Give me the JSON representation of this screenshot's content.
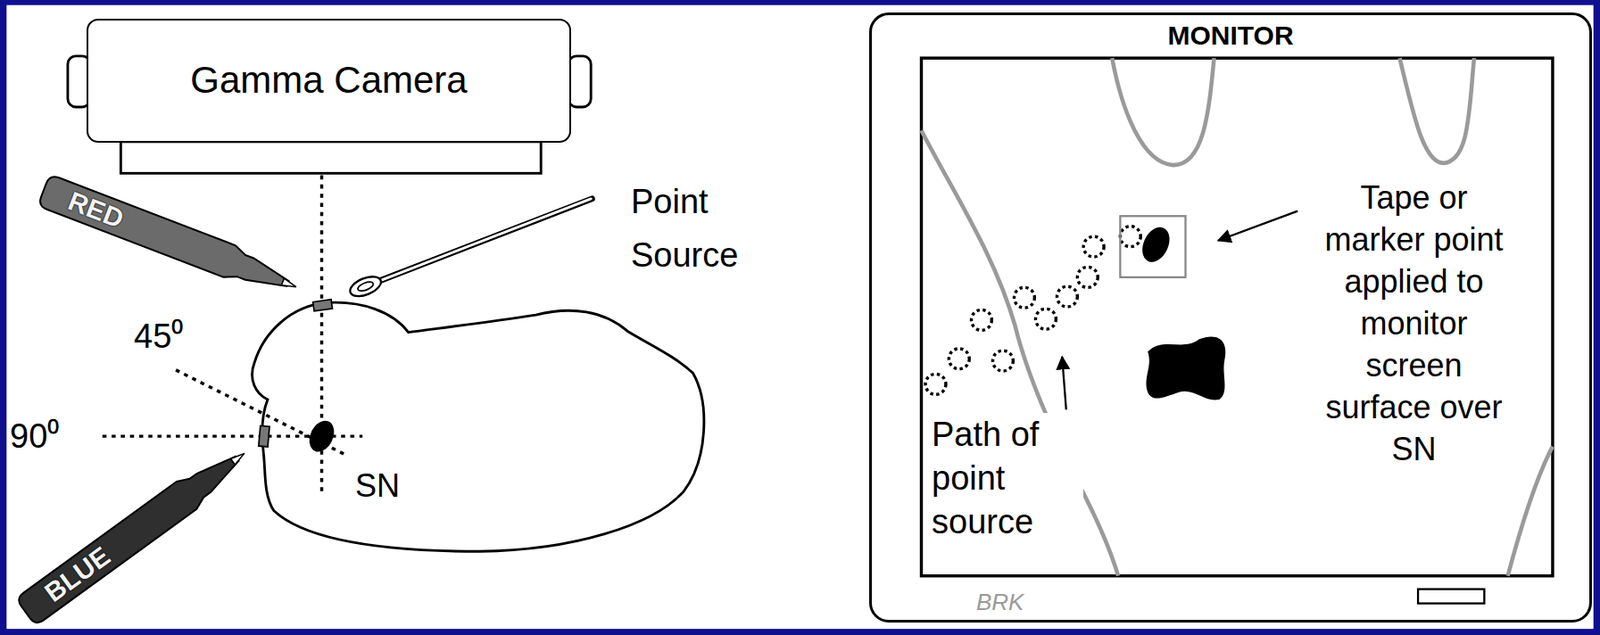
{
  "diagram": {
    "nodes": [
      {
        "text": [
          "Gamma Camera"
        ]
      },
      {
        "text": [
          "RED"
        ]
      },
      {
        "text": [
          "BLUE"
        ]
      },
      {
        "text": [
          "MONITOR"
        ]
      }
    ],
    "labels": [
      "Point Source",
      "45⁰",
      "90⁰",
      "SN",
      "Tape or marker point applied to monitor screen surface over SN",
      "Path of point source",
      "BRK"
    ]
  }
}
